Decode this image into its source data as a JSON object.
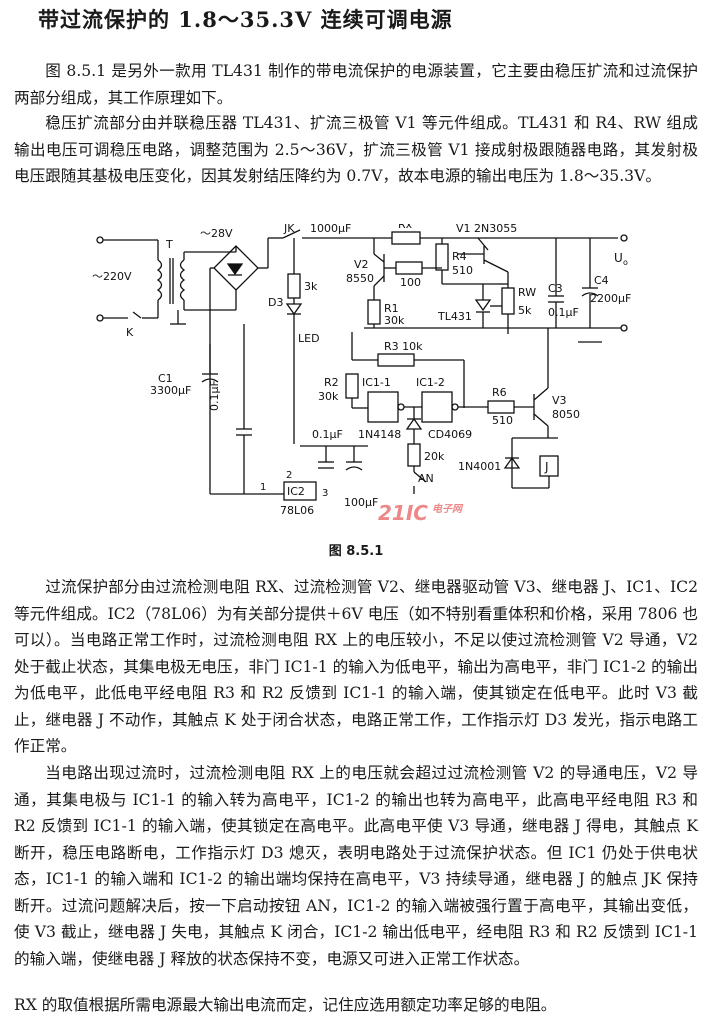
{
  "title": "带过流保护的 1.8～35.3V 连续可调电源",
  "paragraphs": [
    "图 8.5.1 是另外一款用 TL431 制作的带电流保护的电源装置，它主要由稳压扩流和过流保护两部分组成，其工作原理如下。",
    "稳压扩流部分由并联稳压器 TL431、扩流三极管 V1 等元件组成。TL431 和 R4、RW 组成输出电压可调稳压电路，调整范围为 2.5～36V，扩流三极管 V1 接成射极跟随器电路，其发射极电压跟随其基极电压变化，因其发射结压降约为 0.7V，故本电源的输出电压为 1.8～35.3V。",
    "过流保护部分由过流检测电阻 RX、过流检测管 V2、继电器驱动管 V3、继电器 J、IC1、IC2 等元件组成。IC2（78L06）为有关部分提供＋6V 电压（如不特别看重体积和价格，采用 7806 也可以）。当电路正常工作时，过流检测电阻 RX 上的电压较小，不足以使过流检测管 V2 导通，V2 处于截止状态，其集电极无电压，非门 IC1-1 的输入为低电平，输出为高电平，非门 IC1-2 的输出为低电平，此低电平经电阻 R3 和 R2 反馈到 IC1-1 的输入端，使其锁定在低电平。此时 V3 截止，继电器 J 不动作，其触点 K 处于闭合状态，电路正常工作，工作指示灯 D3 发光，指示电路工作正常。",
    "当电路出现过流时，过流检测电阻 RX 上的电压就会超过过流检测管 V2 的导通电压，V2 导通，其集电极与 IC1-1 的输入转为高电平，IC1-2 的输出也转为高电平，此高电平经电阻 R3 和 R2 反馈到 IC1-1 的输入端，使其锁定在高电平。此高电平使 V3 导通，继电器 J 得电，其触点 K 断开，稳压电路断电，工作指示灯 D3 熄灭，表明电路处于过流保护状态。但 IC1 仍处于供电状态，IC1-1 的输入端和 IC1-2 的输出端均保持在高电平，V3 持续导通，继电器 J 的触点 JK 保持断开。过流问题解决后，按一下启动按钮 AN，IC1-2 的输入端被强行置于高电平，其输出变低，使 V3 截止，继电器 J 失电，其触点 K 闭合，IC1-2 输出低电平，经电阻 R3 和 R2 反馈到 IC1-1 的输入端，使继电器 J 释放的状态保持不变，电源又可进入正常工作状态。",
    "RX 的取值根据所需电源最大输出电流而定，记住应选用额定功率足够的电阻。"
  ],
  "figure_caption": "图 8.5.1",
  "circuit_labels": {
    "ac_in": "～220V",
    "transformer": "T",
    "secondary": "～28V",
    "switch_k": "K",
    "relay_contact": "JK",
    "c_main": "1000μF",
    "rx": "Rx",
    "v1": "V1  2N3055",
    "r4": "R4",
    "r4_val": "510",
    "out_label": "U",
    "out_sub": "o",
    "v2": "V2",
    "v2_type": "8550",
    "r_100": "100",
    "r_3k": "3k",
    "d3": "D3",
    "led": "LED",
    "r1": "R1",
    "r1_val": "30k",
    "tl431": "TL431",
    "rw": "RW",
    "rw_val": "5k",
    "c3": "C3",
    "c3_val": "0.1μF",
    "c4": "C4",
    "c4_val": "2200μF",
    "c1": "C1",
    "c1_val": "3300μF",
    "c_01": "0.1μF",
    "r3": "R3  10k",
    "r2": "R2",
    "r2_val": "30k",
    "ic1_1": "IC1-1",
    "ic1_2": "IC1-2",
    "d_1n4148": "1N4148",
    "cd4069": "CD4069",
    "r6": "R6",
    "r6_val": "510",
    "v3": "V3",
    "v3_type": "8050",
    "c_01b": "0.1μF",
    "r_20k": "20k",
    "an": "AN",
    "d_1n4001": "1N4001",
    "relay_j": "J",
    "ic2": "IC2",
    "ic2_type": "78L06",
    "pin1": "1",
    "pin2": "2",
    "pin3": "3",
    "c_100u": "100μF",
    "watermark": "21IC",
    "watermark_cn": "电子网"
  }
}
